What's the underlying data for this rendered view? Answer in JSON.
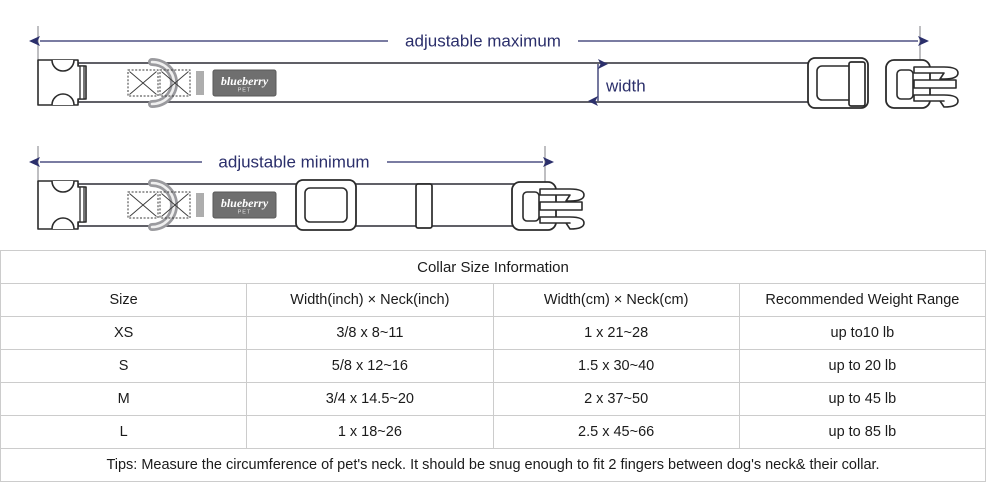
{
  "diagram": {
    "max_label": "adjustable maximum",
    "min_label": "adjustable minimum",
    "width_label": "width",
    "brand_name": "blueberry",
    "brand_sub": "PET",
    "colors": {
      "dimension_line": "#2b2f6b",
      "strap_outline": "#4a4a52",
      "hardware_outline": "#2b2b2b",
      "brand_label_bg": "#6f6f6f",
      "tick_line": "#8a8a90"
    }
  },
  "table": {
    "title": "Collar Size Information",
    "headers": [
      "Size",
      "Width(inch)  ×  Neck(inch)",
      "Width(cm)  ×  Neck(cm)",
      "Recommended Weight Range"
    ],
    "rows": [
      {
        "size": "XS",
        "inch": "3/8 x 8~11",
        "cm": "1 x 21~28",
        "weight": "up to10 lb"
      },
      {
        "size": "S",
        "inch": "5/8 x 12~16",
        "cm": "1.5 x 30~40",
        "weight": "up to 20 lb"
      },
      {
        "size": "M",
        "inch": "3/4 x 14.5~20",
        "cm": "2 x 37~50",
        "weight": "up to 45 lb"
      },
      {
        "size": "L",
        "inch": "1 x 18~26",
        "cm": "2.5 x 45~66",
        "weight": "up to 85 lb"
      }
    ],
    "tips": "Tips: Measure the circumference of pet's neck. It should be snug enough to fit 2 fingers between dog's neck& their collar."
  }
}
